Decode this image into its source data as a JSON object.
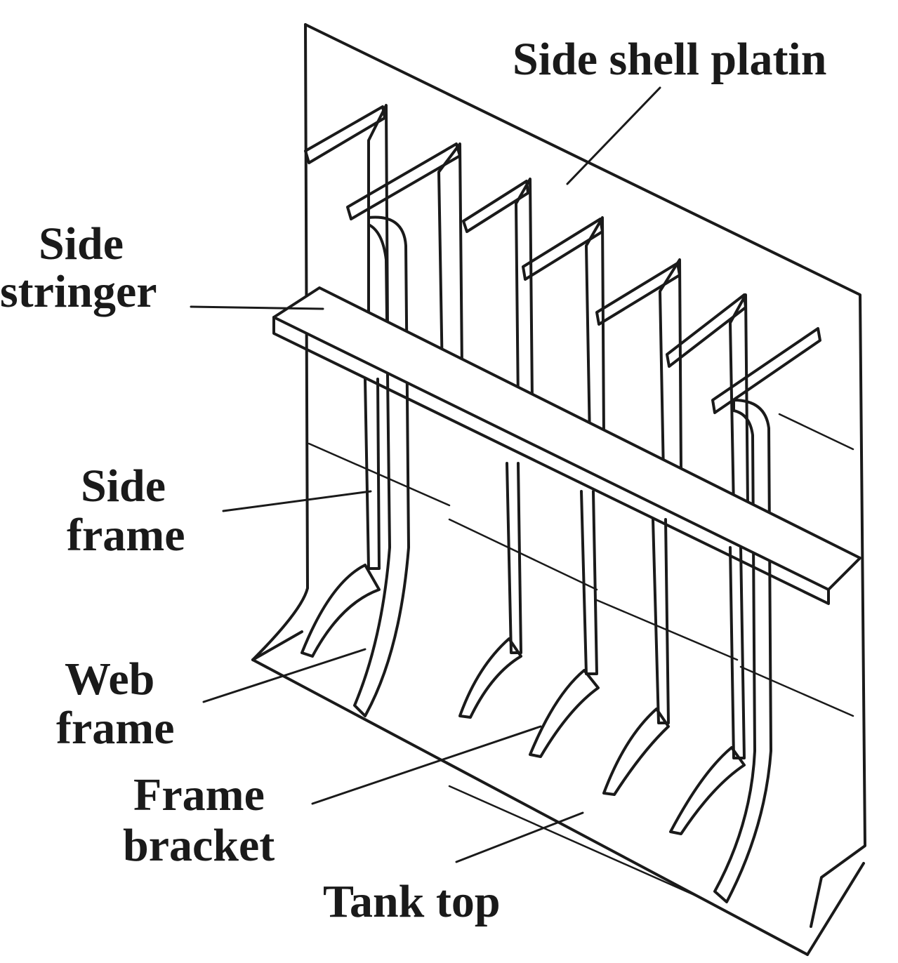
{
  "labels": {
    "side_shell_plating": "Side shell platin",
    "side_stringer": [
      "Side",
      "stringer"
    ],
    "side_frame": [
      "Side",
      "frame"
    ],
    "web_frame": [
      "Web",
      "frame"
    ],
    "frame_bracket": [
      "Frame",
      "bracket"
    ],
    "tank_top": "Tank top"
  },
  "colors": {
    "ink": "#1a1a1a",
    "background": "#ffffff"
  }
}
